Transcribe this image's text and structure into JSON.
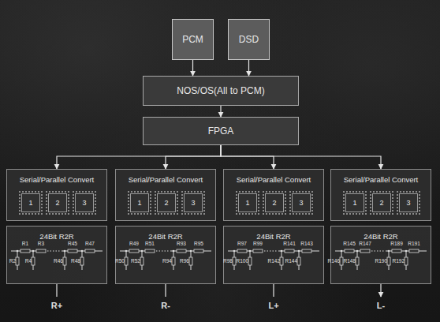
{
  "diagram": {
    "nodes": [
      {
        "text": [
          "PCM"
        ]
      },
      {
        "text": [
          "DSD"
        ]
      },
      {
        "text": [
          "NOS/OS(All to PCM)"
        ]
      },
      {
        "text": [
          "FPGA"
        ]
      },
      {
        "text": [
          "Serial/Parallel Convert"
        ]
      },
      {
        "text": [
          "1"
        ],
        "in": 4
      },
      {
        "text": [
          "2"
        ],
        "in": 4
      },
      {
        "text": [
          "3"
        ],
        "in": 4
      },
      {
        "text": [
          "Serial/Parallel Convert"
        ]
      },
      {
        "text": [
          "1"
        ],
        "in": 8
      },
      {
        "text": [
          "2"
        ],
        "in": 8
      },
      {
        "text": [
          "3"
        ],
        "in": 8
      },
      {
        "text": [
          "Serial/Parallel Convert"
        ]
      },
      {
        "text": [
          "1"
        ],
        "in": 12
      },
      {
        "text": [
          "2"
        ],
        "in": 12
      },
      {
        "text": [
          "3"
        ],
        "in": 12
      },
      {
        "text": [
          "Serial/Parallel Convert"
        ]
      },
      {
        "text": [
          "1"
        ],
        "in": 16
      },
      {
        "text": [
          "2"
        ],
        "in": 16
      },
      {
        "text": [
          "3"
        ],
        "in": 16
      },
      {
        "text": [
          "24Bit R2R"
        ]
      },
      {
        "text": [
          "24Bit R2R"
        ]
      },
      {
        "text": [
          "24Bit R2R"
        ]
      },
      {
        "text": [
          "24Bit R2R"
        ]
      }
    ],
    "edges": [
      {
        "from": 0,
        "to": 2,
        "arrow": "to"
      },
      {
        "from": 1,
        "to": 2,
        "arrow": "to"
      },
      {
        "from": 2,
        "to": 3,
        "arrow": "to"
      },
      {
        "from": 3,
        "to": 4,
        "arrow": "to"
      },
      {
        "from": 3,
        "to": 8,
        "arrow": "to"
      },
      {
        "from": 3,
        "to": 12,
        "arrow": "to"
      },
      {
        "from": 3,
        "to": 16,
        "arrow": "to"
      }
    ],
    "labels": [
      "R1",
      "R3",
      "R45",
      "R47",
      "R2",
      "R4",
      "R46",
      "R48",
      "R49",
      "R51",
      "R93",
      "R95",
      "R50",
      "R52",
      "R94",
      "R96",
      "R97",
      "R99",
      "R141",
      "R143",
      "R98",
      "R100",
      "R142",
      "R144",
      "R145",
      "R147",
      "R189",
      "R191",
      "R146",
      "R148",
      "R190",
      "R192",
      "R+",
      "R-",
      "L+",
      "L-"
    ]
  }
}
